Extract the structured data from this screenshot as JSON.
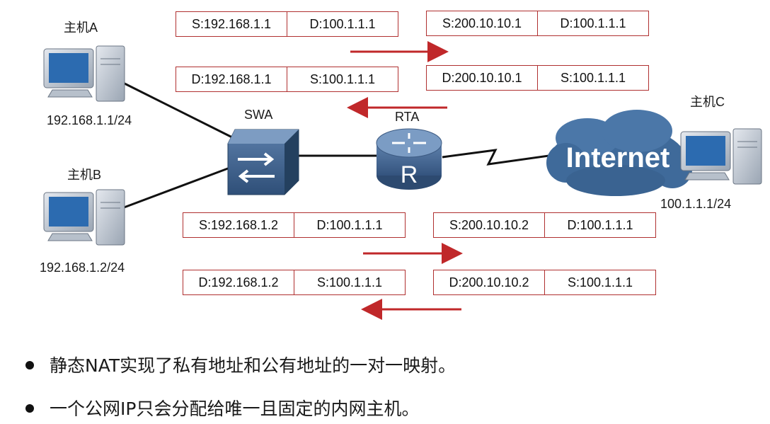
{
  "nodes": {
    "host_a": {
      "name": "主机A",
      "ip": "192.168.1.1/24"
    },
    "host_b": {
      "name": "主机B",
      "ip": "192.168.1.2/24"
    },
    "host_c": {
      "name": "主机C",
      "ip": "100.1.1.1/24"
    },
    "switch": {
      "name": "SWA"
    },
    "router": {
      "name": "RTA",
      "symbol": "R"
    },
    "cloud": {
      "name": "Internet"
    }
  },
  "packets": {
    "a_out_private": {
      "src": "S:192.168.1.1",
      "dst": "D:100.1.1.1"
    },
    "a_out_public": {
      "src": "S:200.10.10.1",
      "dst": "D:100.1.1.1"
    },
    "a_in_private": {
      "dst": "D:192.168.1.1",
      "src": "S:100.1.1.1"
    },
    "a_in_public": {
      "dst": "D:200.10.10.1",
      "src": "S:100.1.1.1"
    },
    "b_out_private": {
      "src": "S:192.168.1.2",
      "dst": "D:100.1.1.1"
    },
    "b_out_public": {
      "src": "S:200.10.10.2",
      "dst": "D:100.1.1.1"
    },
    "b_in_private": {
      "dst": "D:192.168.1.2",
      "src": "S:100.1.1.1"
    },
    "b_in_public": {
      "dst": "D:200.10.10.2",
      "src": "S:100.1.1.1"
    }
  },
  "bullets": [
    "静态NAT实现了私有地址和公有地址的一对一映射。",
    "一个公网IP只会分配给唯一且固定的内网主机。"
  ],
  "colors": {
    "arrow": "#c0282a",
    "border": "#b03030",
    "router": "#3e5f86",
    "cloud": "#3f6a9a"
  }
}
